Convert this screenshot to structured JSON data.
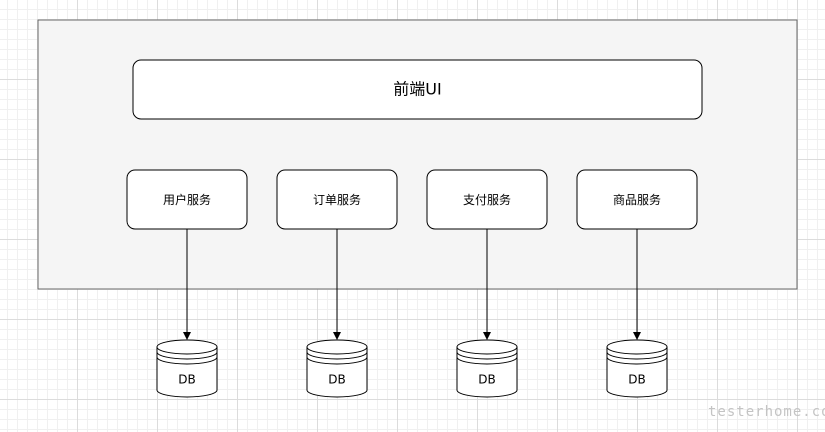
{
  "frontend": {
    "label": "前端UI"
  },
  "services": [
    {
      "id": "user",
      "label": "用户服务",
      "db_label": "DB"
    },
    {
      "id": "order",
      "label": "订单服务",
      "db_label": "DB"
    },
    {
      "id": "payment",
      "label": "支付服务",
      "db_label": "DB"
    },
    {
      "id": "product",
      "label": "商品服务",
      "db_label": "DB"
    }
  ],
  "watermark": "testerhome.com",
  "colors": {
    "container_fill": "#f5f5f5",
    "container_stroke": "#666666",
    "box_stroke": "#000000"
  }
}
